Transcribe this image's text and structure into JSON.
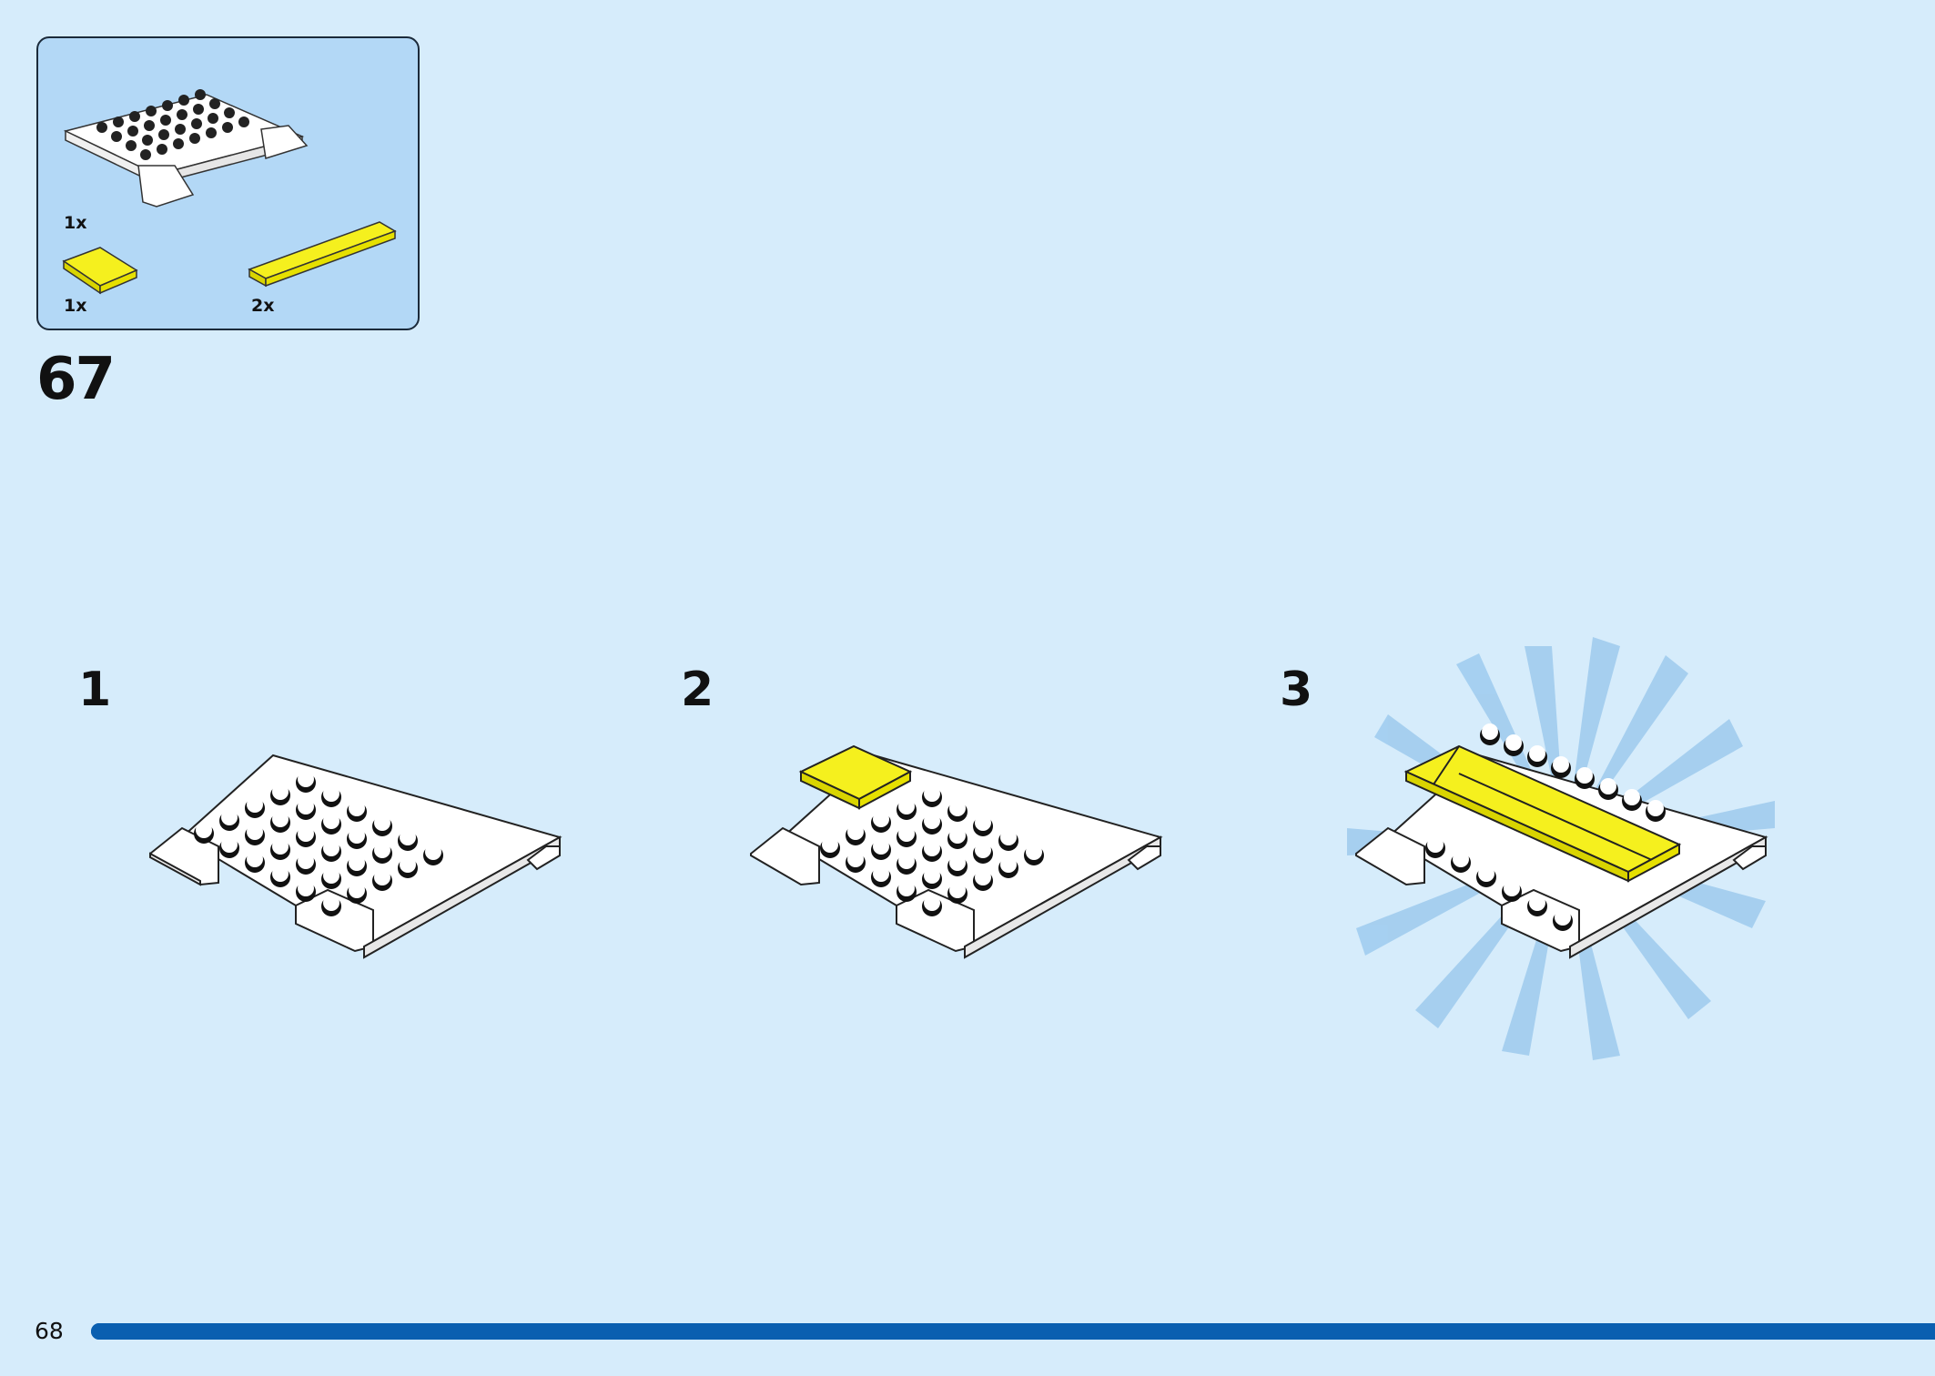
{
  "step": {
    "number": "67"
  },
  "parts": [
    {
      "name": "plate-6x8-with-slopes",
      "qty": "1x"
    },
    {
      "name": "yellow-tile-2x2",
      "qty": "1x",
      "color": "#f5f01e"
    },
    {
      "name": "yellow-tile-1x6",
      "qty": "2x",
      "color": "#f5f01e"
    }
  ],
  "substeps": [
    {
      "label": "1"
    },
    {
      "label": "2"
    },
    {
      "label": "3"
    }
  ],
  "footer": {
    "page_number": "68",
    "progress": 1.0
  },
  "colors": {
    "background": "#d6ecfb",
    "parts_box": "#b3d8f6",
    "yellow": "#f5f01e",
    "progress": "#0a5fb0"
  }
}
